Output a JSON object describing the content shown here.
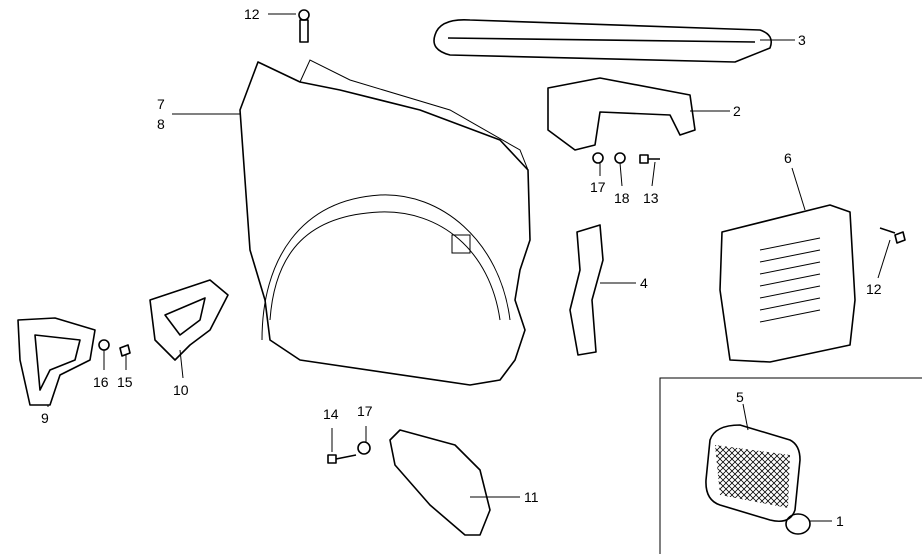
{
  "title": "Front Fender Parts Diagram",
  "callouts": {
    "c12a": "12",
    "c3": "3",
    "c7": "7",
    "c8": "8",
    "c2": "2",
    "c6": "6",
    "c17a": "17",
    "c18": "18",
    "c13": "13",
    "c4": "4",
    "c12b": "12",
    "c9": "9",
    "c16": "16",
    "c15": "15",
    "c10": "10",
    "c14": "14",
    "c17b": "17",
    "c11": "11",
    "c5": "5",
    "c1": "1"
  }
}
